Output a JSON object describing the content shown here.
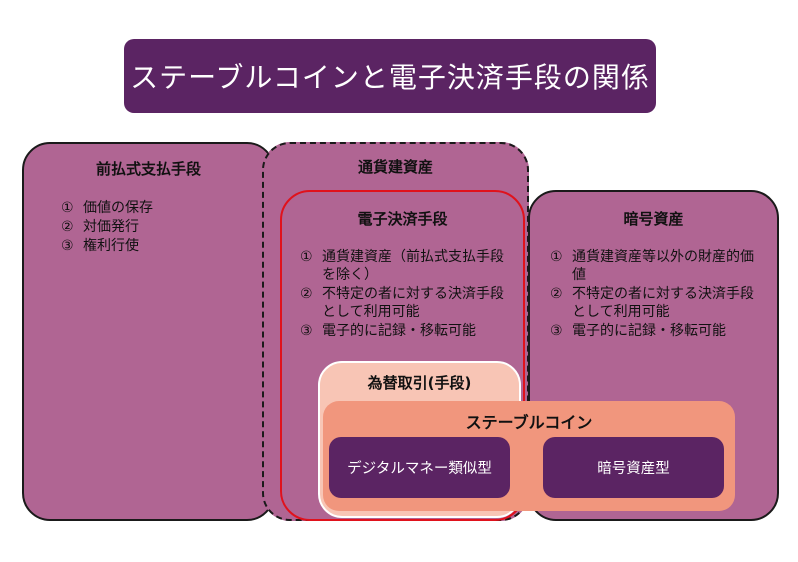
{
  "title": "ステーブルコインと電子決済手段の関係",
  "prepaid": {
    "heading": "前払式支払手段",
    "items": [
      {
        "num": "①",
        "text": "価値の保存"
      },
      {
        "num": "②",
        "text": "対価発行"
      },
      {
        "num": "③",
        "text": "権利行使"
      }
    ]
  },
  "currency": {
    "heading": "通貨建資産"
  },
  "electronic": {
    "heading": "電子決済手段",
    "items": [
      {
        "num": "①",
        "text": "通貨建資産（前払式支払手段を除く）"
      },
      {
        "num": "②",
        "text": "不特定の者に対する決済手段として利用可能"
      },
      {
        "num": "③",
        "text": "電子的に記録・移転可能"
      }
    ]
  },
  "crypto": {
    "heading": "暗号資産",
    "items": [
      {
        "num": "①",
        "text": "通貨建資産等以外の財産的価値"
      },
      {
        "num": "②",
        "text": "不特定の者に対する決済手段として利用可能"
      },
      {
        "num": "③",
        "text": "電子的に記録・移転可能"
      }
    ]
  },
  "exchange": {
    "heading": "為替取引(手段)"
  },
  "stablecoin": {
    "heading": "ステーブルコイン",
    "digital_money": "デジタルマネー類似型",
    "crypto_type": "暗号資産型"
  },
  "colors": {
    "dark_purple": "#5b2463",
    "box_purple": "#b06593",
    "red": "#e0121c",
    "light_salmon": "#f8c5b5",
    "salmon": "#f1967d"
  }
}
